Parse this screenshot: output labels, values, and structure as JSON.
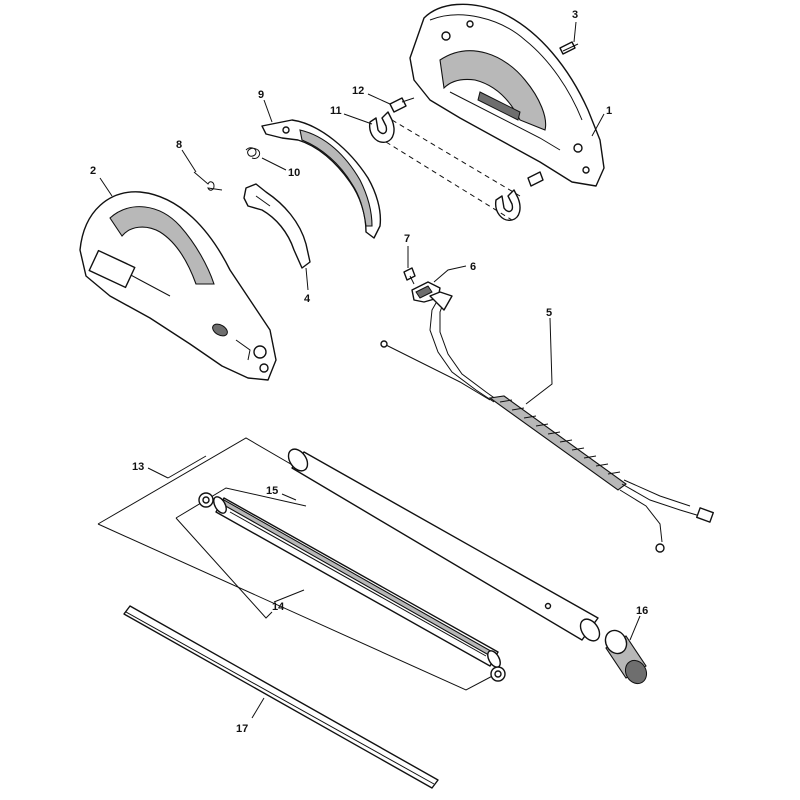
{
  "diagram": {
    "callouts": [
      {
        "id": "c1",
        "label": "1"
      },
      {
        "id": "c2",
        "label": "2"
      },
      {
        "id": "c3",
        "label": "3"
      },
      {
        "id": "c4",
        "label": "4"
      },
      {
        "id": "c5",
        "label": "5"
      },
      {
        "id": "c6",
        "label": "6"
      },
      {
        "id": "c7",
        "label": "7"
      },
      {
        "id": "c8",
        "label": "8"
      },
      {
        "id": "c9",
        "label": "9"
      },
      {
        "id": "c10",
        "label": "10"
      },
      {
        "id": "c11",
        "label": "11"
      },
      {
        "id": "c12",
        "label": "12"
      },
      {
        "id": "c13",
        "label": "13"
      },
      {
        "id": "c14",
        "label": "14"
      },
      {
        "id": "c15",
        "label": "15"
      },
      {
        "id": "c16",
        "label": "16"
      },
      {
        "id": "c17",
        "label": "17"
      }
    ]
  },
  "colors": {
    "line": "#111111",
    "shade": "#b8b8b8",
    "dark": "#6e6e6e",
    "background": "#ffffff"
  }
}
